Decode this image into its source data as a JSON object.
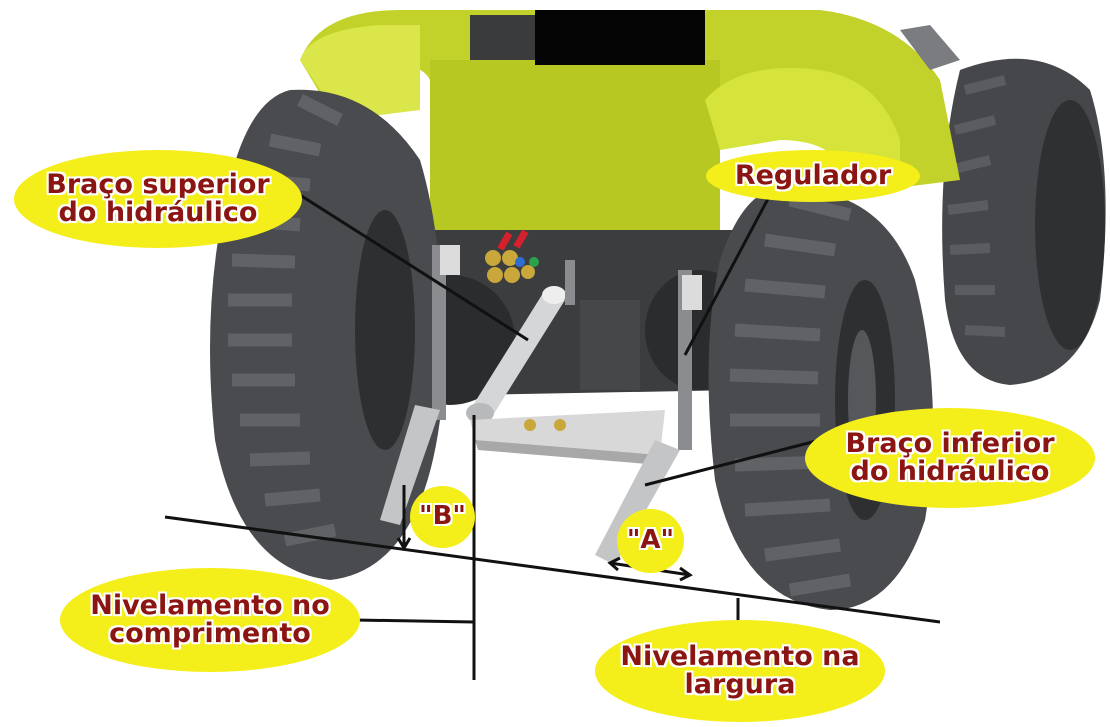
{
  "colors": {
    "callout_fill": "#f4ee1a",
    "callout_text": "#8b1512",
    "tractor_body": "#c3d22a",
    "tire": "#4a4b4d",
    "line": "#111111"
  },
  "labels": {
    "upper_arm": "Braço superior\ndo hidráulico",
    "regulator": "Regulador",
    "lower_arm": "Braço inferior\ndo hidráulico",
    "measure_b": "\"B\"",
    "measure_a": "\"A\"",
    "length_leveling": "Nivelamento no\ncomprimento",
    "width_leveling": "Nivelamento na\nlargura"
  }
}
